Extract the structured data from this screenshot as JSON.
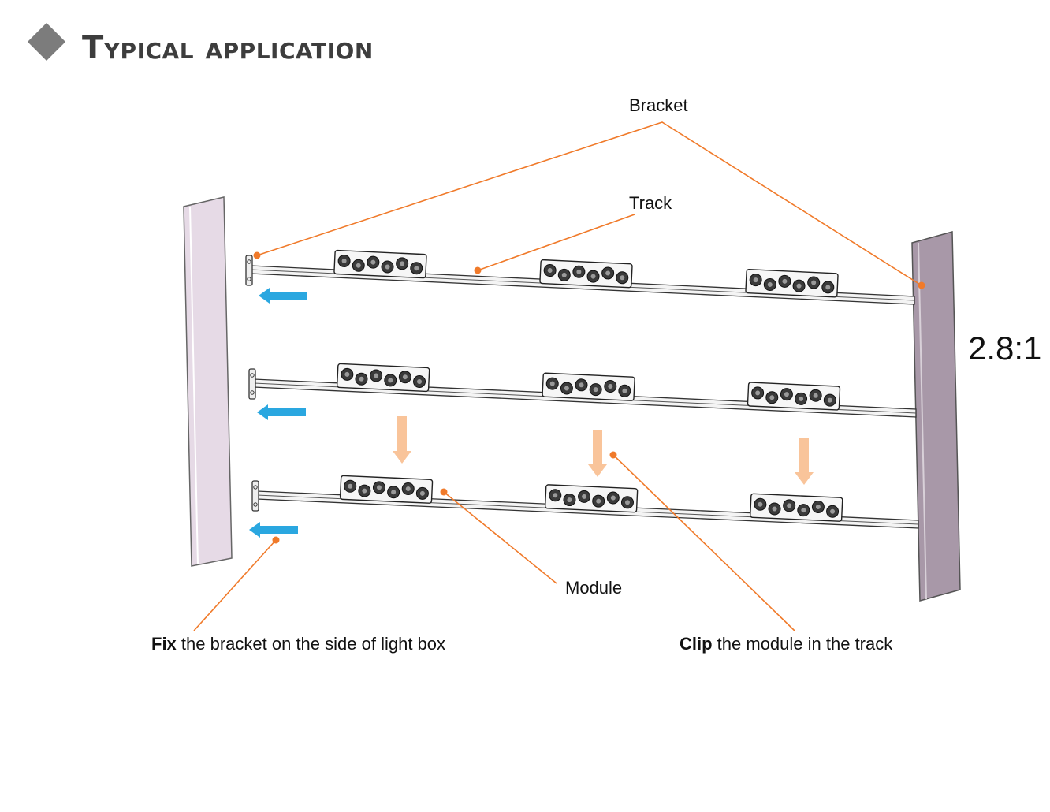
{
  "header": {
    "title": "Typical application",
    "bullet_icon": "diamond-bullet-icon"
  },
  "labels": {
    "bracket": "Bracket",
    "track": "Track",
    "module": "Module",
    "ratio": "2.8:1"
  },
  "captions": {
    "fix": {
      "bold": "Fix",
      "rest": " the bracket on the side of light box"
    },
    "clip": {
      "bold": "Clip",
      "rest": " the module in the track"
    }
  },
  "diagram": {
    "rows": 3,
    "modules_per_row": 3,
    "lenses_per_module": 6
  },
  "colors": {
    "leader_line": "#f07a2a",
    "push_arrow": "#2aa7e0",
    "drop_arrow": "#f9c49a",
    "left_panel": "#e6dae6",
    "right_panel": "#a898a8",
    "title": "#3d3d3d"
  }
}
